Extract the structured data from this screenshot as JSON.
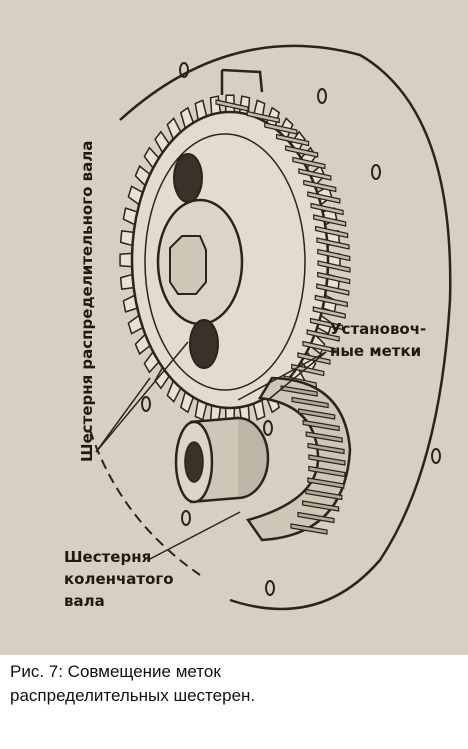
{
  "figure": {
    "label_camshaft_gear": "Шестерня распределительного вала",
    "label_timing_marks_line1": "Установоч-",
    "label_timing_marks_line2": "ные метки",
    "label_crankshaft_gear_line1": "Шестерня",
    "label_crankshaft_gear_line2": "коленчатого",
    "label_crankshaft_gear_line3": "вала",
    "colors": {
      "paper": "#d8cfc2",
      "ink": "#2a241c"
    }
  },
  "caption": {
    "line1": "Рис. 7: Совмещение меток",
    "line2": "распределительных шестерен."
  }
}
